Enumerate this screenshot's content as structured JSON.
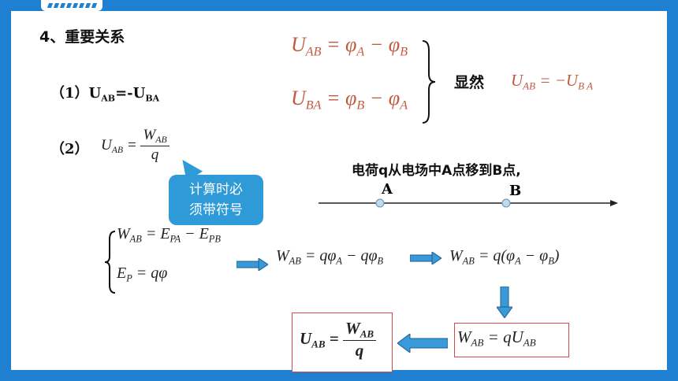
{
  "heading": "4、重要关系",
  "item1": {
    "prefix": "（1）",
    "u": "U",
    "sub1": "AB",
    "mid": "=-U",
    "sub2": "BA"
  },
  "item2": {
    "prefix": "（2）"
  },
  "formulas": {
    "uab_phi": {
      "lhs": "U",
      "lhs_sub": "AB",
      "eq": " = ",
      "p1": "φ",
      "p1_sub": "A",
      "minus": " − ",
      "p2": "φ",
      "p2_sub": "B"
    },
    "uba_phi": {
      "lhs": "U",
      "lhs_sub": "BA",
      "eq": " = ",
      "p1": "φ",
      "p1_sub": "B",
      "minus": " − ",
      "p2": "φ",
      "p2_sub": "A"
    },
    "obvious_label": "显然",
    "obvious": {
      "lhs": "U",
      "lhs_sub": "AB",
      "eq": " = −",
      "rhs": "U",
      "rhs_sub": "B A"
    },
    "uab_w_q": {
      "lhs": "U",
      "lhs_sub": "AB",
      "eq": " = ",
      "num": "W",
      "num_sub": "AB",
      "den": "q"
    },
    "sys1": {
      "lhs": "W",
      "lhs_sub": "AB",
      "eq": " = ",
      "e1": "E",
      "e1_sub": "PA",
      "minus": " − ",
      "e2": "E",
      "e2_sub": "PB"
    },
    "sys2": {
      "lhs": "E",
      "lhs_sub": "P",
      "eq": " = ",
      "rhs": "qφ"
    },
    "mid1": {
      "lhs": "W",
      "lhs_sub": "AB",
      "eq": " = ",
      "t1": "qφ",
      "t1_sub": "A",
      "minus": " − ",
      "t2": "qφ",
      "t2_sub": "B"
    },
    "mid2": {
      "lhs": "W",
      "lhs_sub": "AB",
      "eq": " = ",
      "q": "q(",
      "p1": "φ",
      "p1_sub": "A",
      "minus": " − ",
      "p2": "φ",
      "p2_sub": "B",
      "close": ")"
    },
    "box_right": {
      "lhs": "W",
      "lhs_sub": "AB",
      "eq": " = ",
      "rhs": "qU",
      "rhs_sub": "AB"
    },
    "box_left": {
      "lhs": "U",
      "lhs_sub": "AB",
      "eq": " = ",
      "num": "W",
      "num_sub": "AB",
      "den": "q"
    }
  },
  "bubble": {
    "line1": "计算时必",
    "line2": "须带符号"
  },
  "sentence": "电荷q从电场中A点移到B点,",
  "points": {
    "a": "A",
    "b": "B"
  },
  "colors": {
    "frame": "#1f7fd1",
    "formula_red": "#c25a40",
    "bubble": "#2e9ad8",
    "box_border": "#d24a4a",
    "arrow": "#3a9ad9"
  }
}
